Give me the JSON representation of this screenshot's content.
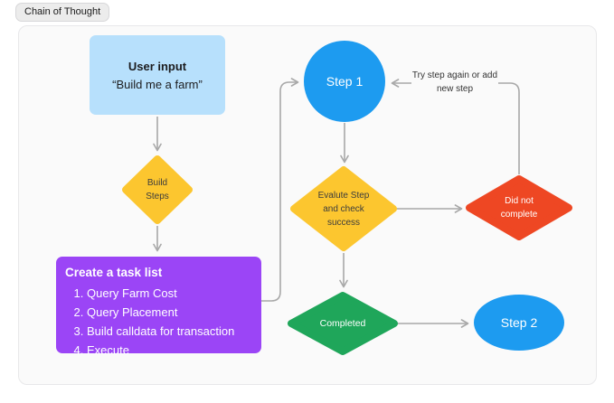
{
  "page": {
    "badge": "Chain of Thought"
  },
  "colors": {
    "node_blue": "#1D9BF0",
    "node_light_blue": "#B7E0FC",
    "node_yellow": "#FCC62F",
    "node_purple": "#9B45F6",
    "node_red": "#EE4723",
    "node_green": "#1FA65A",
    "connector_gray": "#A8A8A8"
  },
  "nodes": {
    "user_input": {
      "title": "User input",
      "quote": "“Build me a farm”"
    },
    "build_steps": {
      "line1": "Build",
      "line2": "Steps"
    },
    "task_list": {
      "title": "Create a task list",
      "items": [
        "Query Farm Cost",
        "Query Placement",
        "Build calldata for transaction",
        "Execute"
      ]
    },
    "step_1": {
      "label": "Step 1"
    },
    "evaluate": {
      "line1": "Evalute Step",
      "line2": "and check",
      "line3": "success"
    },
    "did_not_complete": {
      "line1": "Did not",
      "line2": "complete"
    },
    "completed": {
      "label": "Completed"
    },
    "step_2": {
      "label": "Step 2"
    },
    "retry_note": {
      "line1": "Try step again or add",
      "line2": "new step"
    }
  }
}
